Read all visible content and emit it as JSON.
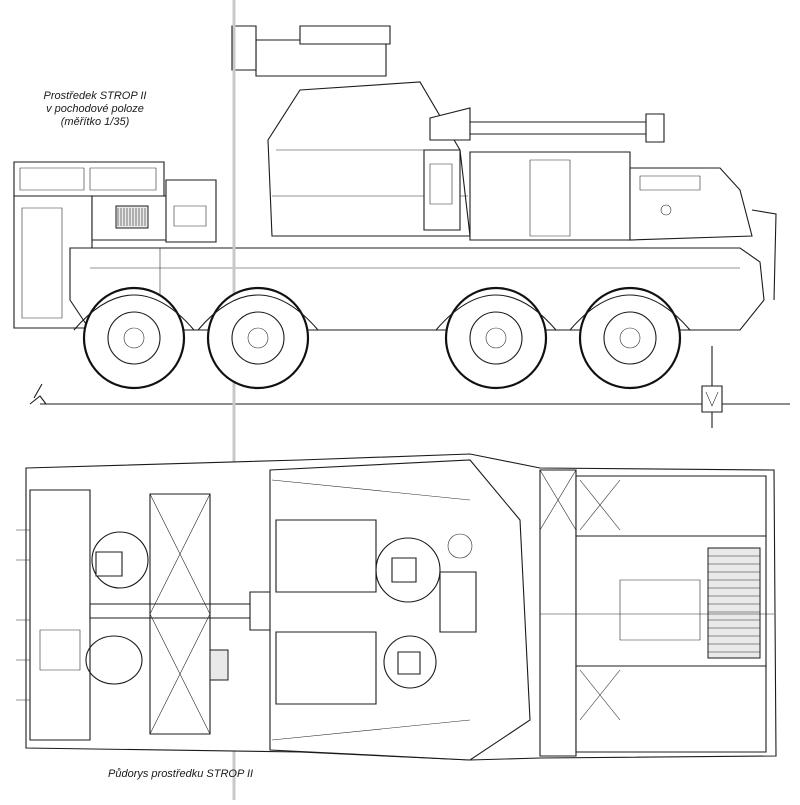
{
  "side_view": {
    "caption_line1": "Prostředek STROP II",
    "caption_line2": "v pochodové poloze",
    "caption_line3": "(měřítko 1/35)"
  },
  "plan_view": {
    "caption": "Půdorys prostředku STROP II"
  },
  "colors": {
    "ink": "#1b1b1b",
    "paper": "#ffffff",
    "fold_line": "#c8c8c8"
  }
}
